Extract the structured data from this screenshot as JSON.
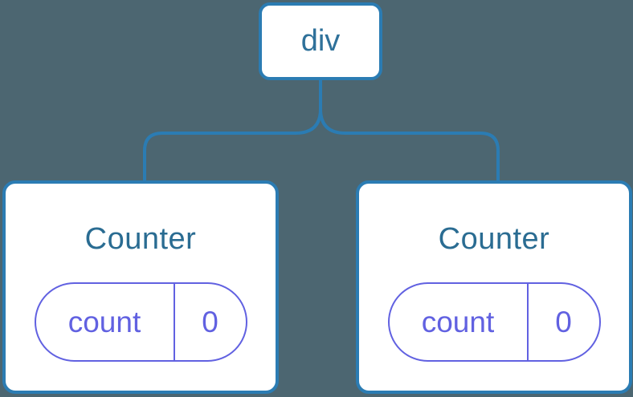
{
  "tree": {
    "root": {
      "label": "div"
    },
    "children": [
      {
        "title": "Counter",
        "state": {
          "key": "count",
          "value": "0"
        }
      },
      {
        "title": "Counter",
        "state": {
          "key": "count",
          "value": "0"
        }
      }
    ]
  },
  "colors": {
    "background": "#4c6671",
    "node_border": "#2b7cb3",
    "connector_line": "#2b7cb3",
    "root_label_text": "#2f719a",
    "card_title_text": "#2a6c92",
    "state_pill_accent": "#6161e1",
    "card_background": "#ffffff"
  }
}
